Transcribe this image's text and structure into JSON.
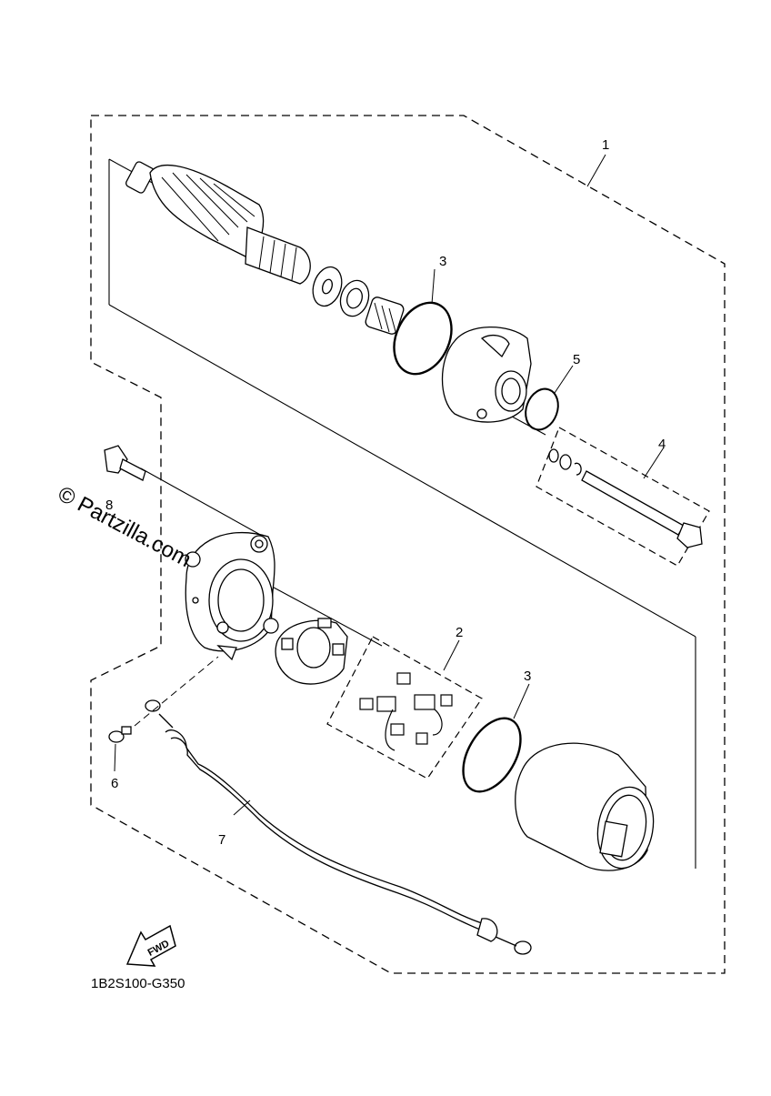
{
  "diagram": {
    "watermark": "© Partzilla.com",
    "diagram_code": "1B2S100-G350",
    "fwd_label": "FWD",
    "callouts": [
      {
        "id": "c1",
        "text": "1"
      },
      {
        "id": "c2",
        "text": "2"
      },
      {
        "id": "c3a",
        "text": "3"
      },
      {
        "id": "c3b",
        "text": "3"
      },
      {
        "id": "c4",
        "text": "4"
      },
      {
        "id": "c5",
        "text": "5"
      },
      {
        "id": "c6",
        "text": "6"
      },
      {
        "id": "c7",
        "text": "7"
      },
      {
        "id": "c8",
        "text": "8"
      }
    ]
  }
}
